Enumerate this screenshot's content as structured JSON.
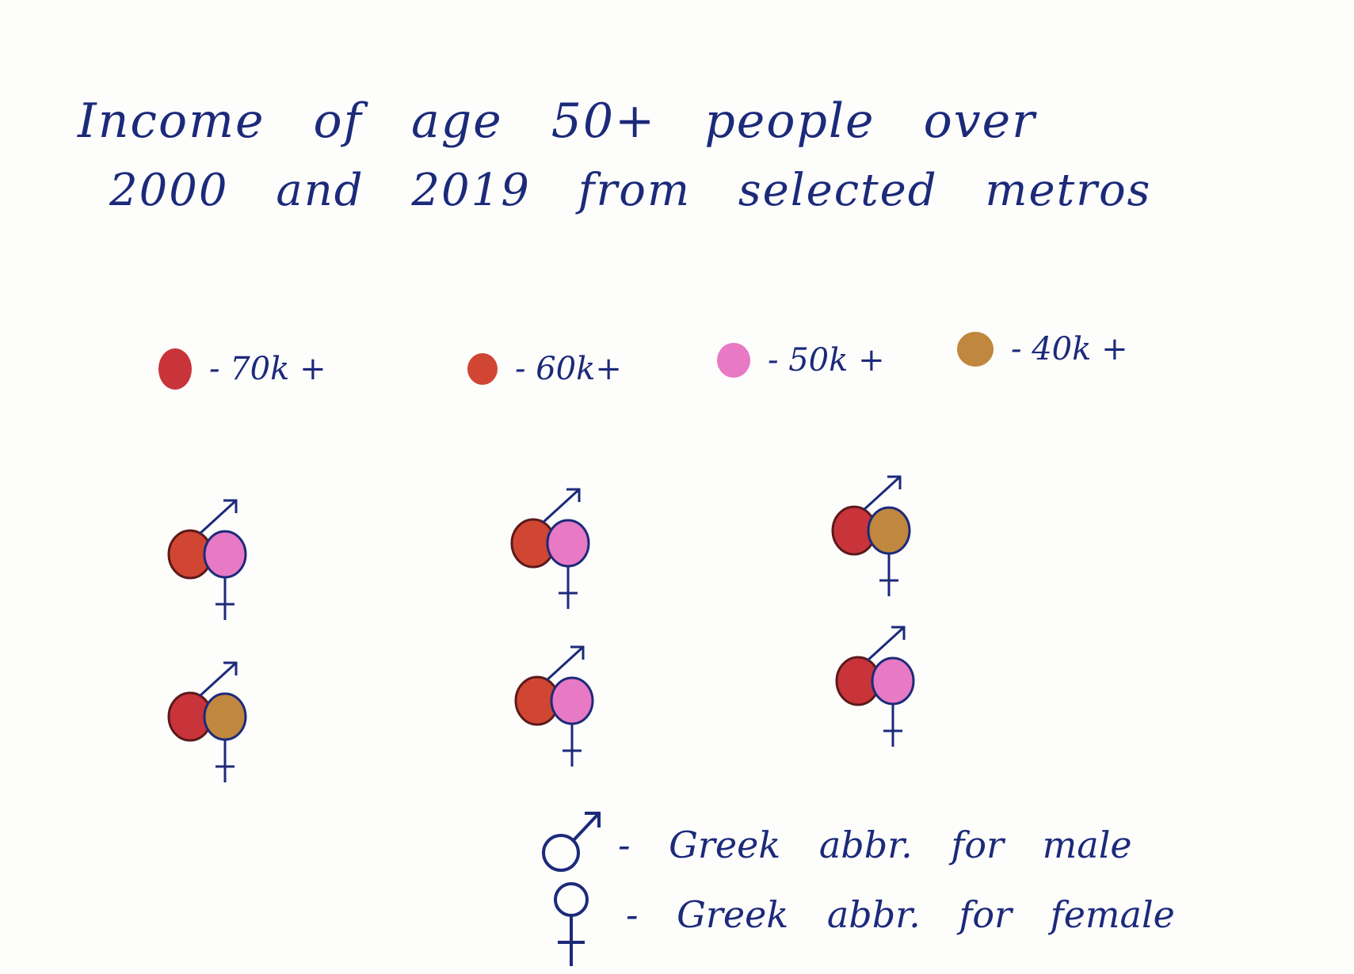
{
  "title": {
    "line1": "Income of age 50+ people over",
    "line2": "2000 and 2019 from selected metros"
  },
  "legend": [
    {
      "label": "- 70k +",
      "color": "#c8343a"
    },
    {
      "label": "- 60k+",
      "color": "#d04632"
    },
    {
      "label": "- 50k +",
      "color": "#e879c4"
    },
    {
      "label": "- 40k +",
      "color": "#c0883e"
    }
  ],
  "pairs": [
    {
      "male_bracket": "60k+",
      "female_bracket": "50k+",
      "male_color": "#d04632",
      "female_color": "#e879c4"
    },
    {
      "male_bracket": "60k+",
      "female_bracket": "50k+",
      "male_color": "#d04632",
      "female_color": "#e879c4"
    },
    {
      "male_bracket": "70k+",
      "female_bracket": "40k+",
      "male_color": "#c8343a",
      "female_color": "#c0883e"
    },
    {
      "male_bracket": "70k+",
      "female_bracket": "40k+",
      "male_color": "#c8343a",
      "female_color": "#c0883e"
    },
    {
      "male_bracket": "60k+",
      "female_bracket": "50k+",
      "male_color": "#d04632",
      "female_color": "#e879c4"
    },
    {
      "male_bracket": "70k+",
      "female_bracket": "50k+",
      "male_color": "#c8343a",
      "female_color": "#e879c4"
    }
  ],
  "notes": {
    "male": "- Greek abbr. for male",
    "female": "- Greek abbr. for female"
  },
  "colors": {
    "ink": "#1c2a7a",
    "paper": "#fdfdfc"
  }
}
